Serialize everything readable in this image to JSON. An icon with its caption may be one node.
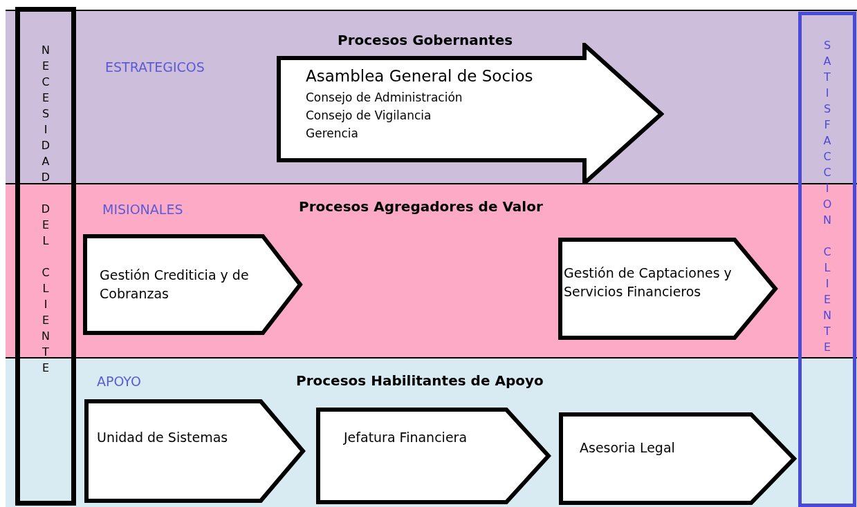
{
  "diagram": {
    "nodes": [
      {
        "text": [
          "ESTRATEGICOS",
          "Procesos Gobernantes"
        ]
      },
      {
        "text": [
          "Asamblea General de Socios",
          "Consejo de Administración",
          "Consejo de Vigilancia",
          "Gerencia"
        ],
        "in": 0
      },
      {
        "text": [
          "MISIONALES",
          "Procesos Agregadores de Valor"
        ]
      },
      {
        "text": [
          "Gestión Crediticia y de Cobranzas"
        ],
        "in": 2
      },
      {
        "text": [
          "Gestión de Captaciones y Servicios Financieros"
        ],
        "in": 2
      },
      {
        "text": [
          "APOYO",
          "Procesos Habilitantes de Apoyo"
        ]
      },
      {
        "text": [
          "Unidad de Sistemas"
        ],
        "in": 5
      },
      {
        "text": [
          "Jefatura Financiera"
        ],
        "in": 5
      },
      {
        "text": [
          "Asesoria Legal"
        ],
        "in": 5
      },
      {
        "text": [
          "NECESIDAD DEL CLIENTE"
        ]
      },
      {
        "text": [
          "SATISFACCION CLIENTE"
        ]
      }
    ],
    "edges": []
  }
}
